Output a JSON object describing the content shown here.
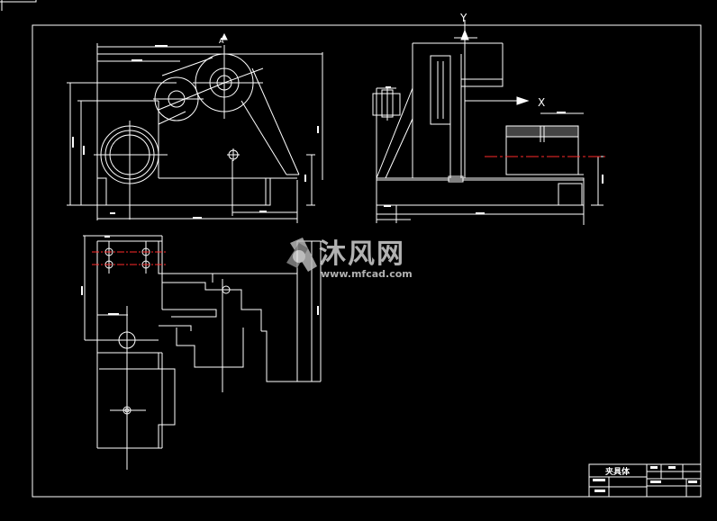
{
  "drawing": {
    "axis_labels": {
      "y": "Y",
      "x": "X",
      "a": "A"
    },
    "title_block": {
      "part_name": "夹具体"
    }
  },
  "watermark": {
    "brand_cn": "沐风网",
    "brand_url": "www.mfcad.com"
  },
  "colors": {
    "background": "#000000",
    "line": "#ffffff",
    "centerline": "#ff2a2a",
    "watermark": "#d8d8d8"
  }
}
